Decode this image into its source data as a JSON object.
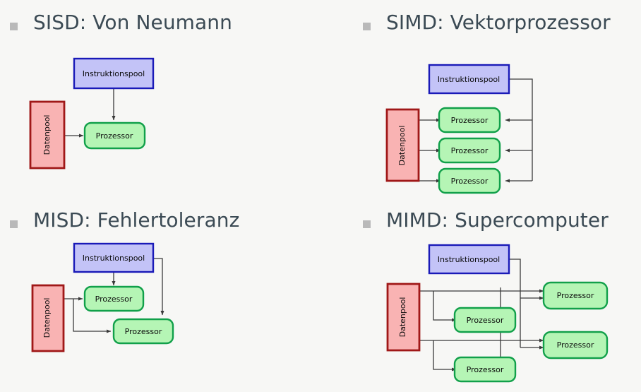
{
  "slide": {
    "background_color": "#f7f7f5",
    "heading_color": "#3b4a54",
    "bullet_color": "#b9b9b9"
  },
  "palette": {
    "instruction_fill": "#c3c3f7",
    "instruction_stroke": "#1a1ab8",
    "data_fill": "#f9b3b3",
    "data_stroke": "#a01818",
    "processor_fill": "#b5f5b5",
    "processor_stroke": "#11a04a",
    "arrow_color": "#3a3a3a"
  },
  "labels": {
    "instruction_pool": "Instruktionspool",
    "data_pool": "Datenpool",
    "processor": "Prozessor"
  },
  "quadrants": [
    {
      "id": "sisd",
      "bullet": "square-bullet",
      "title": "SISD: Von Neumann",
      "instruction_pools": 1,
      "data_pools": 1,
      "processors": 1
    },
    {
      "id": "simd",
      "bullet": "square-bullet",
      "title": "SIMD: Vektorprozessor",
      "instruction_pools": 1,
      "data_pools": 1,
      "processors": 3
    },
    {
      "id": "misd",
      "bullet": "square-bullet",
      "title": "MISD: Fehlertoleranz",
      "instruction_pools": 1,
      "data_pools": 1,
      "processors": 2
    },
    {
      "id": "mimd",
      "bullet": "square-bullet",
      "title": "MIMD: Supercomputer",
      "instruction_pools": 1,
      "data_pools": 1,
      "processors": 4
    }
  ]
}
